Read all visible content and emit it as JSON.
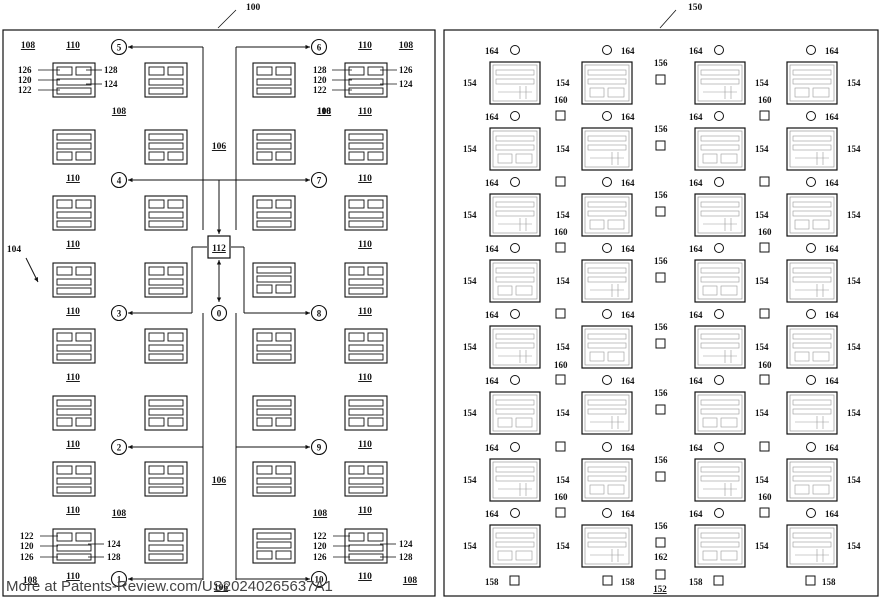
{
  "left_figure": {
    "ref": "100",
    "area_label": "104",
    "corridor_label": "106",
    "hub_label": "112",
    "zone_label": "108",
    "unit_label": "110",
    "part_labels": {
      "a": "120",
      "b": "122",
      "c": "124",
      "d": "126",
      "e": "128"
    },
    "nodes": [
      "0",
      "1",
      "2",
      "3",
      "4",
      "5",
      "6",
      "7",
      "8",
      "9",
      "10"
    ]
  },
  "right_figure": {
    "ref": "150",
    "cell_label": "154",
    "square_label": "156",
    "side_label": "160",
    "circle_label": "164",
    "bottom_label": "158",
    "extra_label": "162",
    "base_label": "152"
  },
  "watermark": "More at Patents-Review.com/US20240265637A1",
  "colors": {
    "line": "#111111",
    "faint": "#9a9a9a",
    "paper": "#ffffff"
  }
}
